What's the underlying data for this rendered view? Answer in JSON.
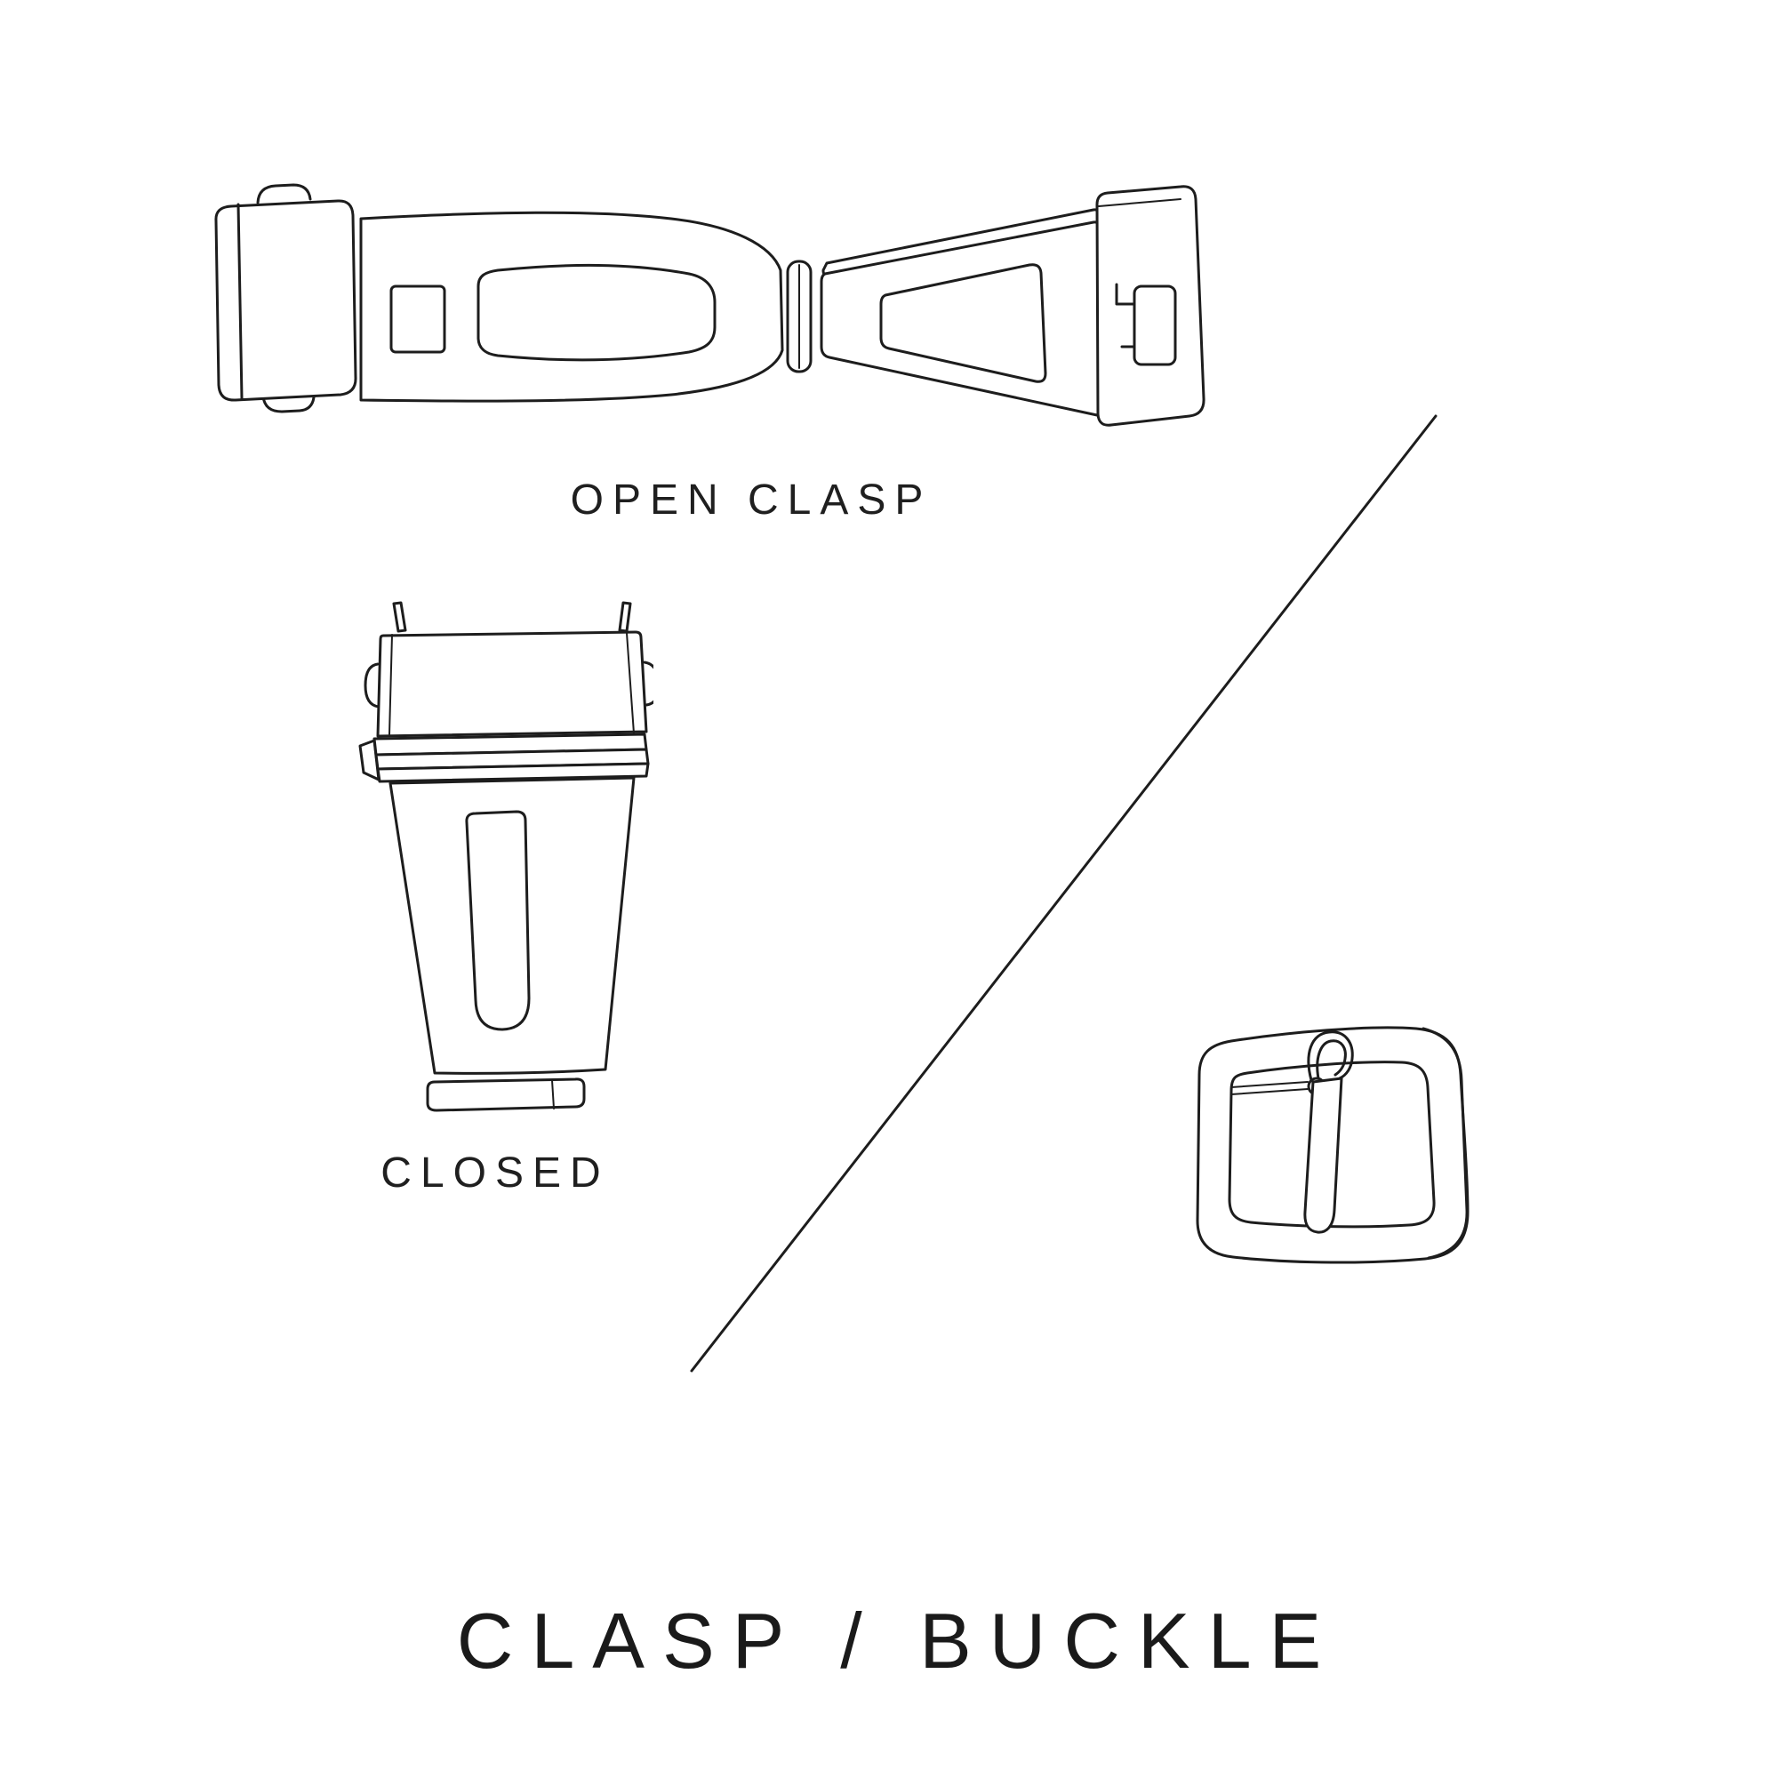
{
  "page": {
    "background": "#ffffff",
    "line_color": "#1d1d1d"
  },
  "diagram": {
    "title": "CLASP / BUCKLE",
    "figures": [
      {
        "id": "open-clasp",
        "label": "OPEN CLASP",
        "illustration": "watch-deployant-clasp-open-illustration"
      },
      {
        "id": "closed-clasp",
        "label": "CLOSED",
        "illustration": "watch-deployant-clasp-closed-illustration"
      },
      {
        "id": "tang-buckle",
        "label": "",
        "illustration": "watch-tang-buckle-illustration"
      }
    ],
    "divider": "diagonal-divider-line"
  }
}
